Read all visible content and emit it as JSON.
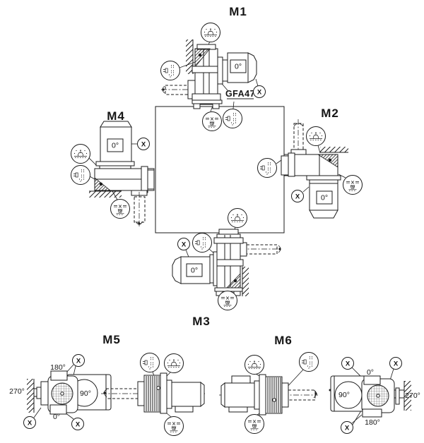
{
  "diagram": {
    "unit_label": "GFA47",
    "x_marker": "X",
    "positions": {
      "m1": {
        "label": "M1",
        "terminal_box_angle": "0°"
      },
      "m2": {
        "label": "M2",
        "terminal_box_angle": "0°"
      },
      "m3": {
        "label": "M3",
        "terminal_box_angle": "0°"
      },
      "m4": {
        "label": "M4",
        "terminal_box_angle": "0°"
      },
      "m5": {
        "label": "M5",
        "angles": {
          "top": "180°",
          "left": "270°",
          "right": "90°",
          "bottom": "0°"
        }
      },
      "m6": {
        "label": "M6",
        "angles": {
          "top": "0°",
          "left": "90°",
          "right": "270°",
          "bottom": "180°"
        }
      }
    },
    "symbols": {
      "breather": "breather-valve",
      "oil_level": "oil-level-plug",
      "oil_drain": "oil-drain-plug"
    },
    "colors": {
      "line": "#1b1b1b",
      "background": "#ffffff"
    }
  }
}
